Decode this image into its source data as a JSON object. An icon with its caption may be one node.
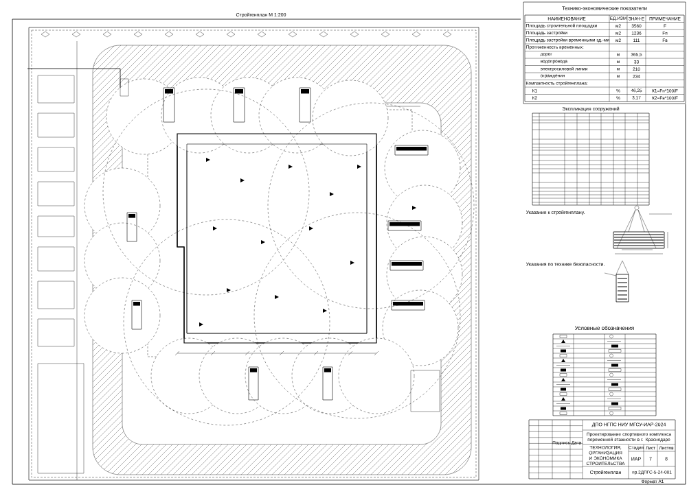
{
  "diagram": {
    "title": "Стройгенплан М 1:200",
    "labels": [
      "Технико-экономические показатели",
      "НАИМЕНОВАНИЕ",
      "ЕД.ИЗМ",
      "ЗНАЧ-Е",
      "ПРИМЕЧАНИЕ",
      "Площадь строительной площадки",
      "м2",
      "3560",
      "F",
      "Площадь застройки",
      "м2",
      "1236",
      "Fп",
      "Площадь застройки временными зд.-ми",
      "м2",
      "111",
      "Fв",
      "Протяженность временных:",
      "дорог",
      "м",
      "365,5",
      "водопровода",
      "м",
      "33",
      "электросиловой линии",
      "м",
      "210",
      "ограждения",
      "м",
      "234",
      "Компактность стройгенплана:",
      "К1",
      "%",
      "46,25",
      "К1=Fп*100/F",
      "К2",
      "%",
      "3,17",
      "К2=Fв*100/F",
      "Экспликация сооружений",
      "Указания к стройгенплану.",
      "Указания по технике безопасности.",
      "Условные обозначения",
      "ДПО НГПС НИУ МГСУ-ИАР-2024",
      "Проектирование спортивного комплекса переменной этажности в г. Краснодаре",
      "ТЕХНОЛОГИЯ, ОРГАНИЗАЦИЯ И ЭКОНОМИКА СТРОИТЕЛЬСТВА",
      "Стадия",
      "Лист",
      "Листов",
      "ИАР",
      "7",
      "8",
      "Стройгенплан",
      "пр.2ДПГС-5-24-001",
      "Формат А1",
      "Подпись",
      "Дата"
    ]
  }
}
